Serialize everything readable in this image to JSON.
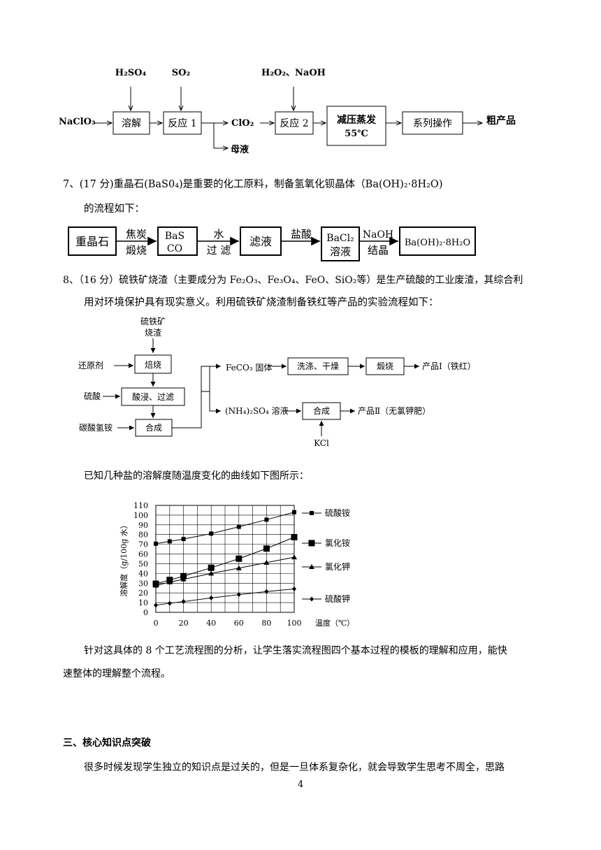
{
  "flow1": {
    "reagent_h2so4": "H₂SO₄",
    "reagent_so2": "SO₂",
    "reagent_h2o2_naoh": "H₂O₂、NaOH",
    "start": "NaClO₃",
    "box_dissolve": "溶解",
    "box_reaction1": "反应 1",
    "intermediate": "ClO₂",
    "box_reaction2": "反应 2",
    "box_evaporate_l1": "减压蒸发",
    "box_evaporate_l2": "55℃",
    "box_series": "系列操作",
    "product": "粗产品",
    "byproduct": "母液"
  },
  "q7": {
    "line1": "7、(17 分)重晶石(BaS0₄)是重要的化工原料，制备氢氧化钡晶体（Ba(OH)₂·8H₂O)",
    "line2": "的流程如下："
  },
  "flow2": {
    "box1": "重晶石",
    "step1_top": "焦炭",
    "step1_bottom": "煅烧",
    "box2_l1": "BaS",
    "box2_l2": "CO",
    "step2_top": "水",
    "step2_bottom": "过 滤",
    "box3": "滤液",
    "step3_top": "盐酸",
    "box4_l1": "BaCl₂",
    "box4_l2": "溶液",
    "step4_top": "NaOH",
    "step4_bottom": "结晶",
    "box5": "Ba(OH)₂·8H₂O"
  },
  "q8": {
    "line1": "8、（16 分）硫铁矿烧渣（主要成分为 Fe₂O₃、Fe₃O₄、FeO、SiO₂等）是生产硫酸的工业废渣，其综合利",
    "line2": "用对环境保护具有现实意义。利用硫铁矿烧渣制备铁红等产品的实验流程如下："
  },
  "flow3": {
    "raw_l1": "硫铁矿",
    "raw_l2": "烧渣",
    "reductant": "还原剂",
    "box_roast": "焙烧",
    "acid": "硫酸",
    "box_leach": "酸浸、过滤",
    "bicarb": "碳酸氢铵",
    "box_synth": "合成",
    "feco3": "FeCO₃ 固体",
    "box_wash": "洗涤、干燥",
    "box_calcine": "煅烧",
    "product1": "产品Ⅰ（铁红）",
    "nh4so4": "(NH₄)₂SO₄ 溶液",
    "box_synth2": "合成",
    "product2": "产品Ⅱ（无氯钾肥）",
    "kcl": "KCl"
  },
  "solubility_intro": "已知几种盐的溶解度随温度变化的曲线如下图所示：",
  "chart_data": {
    "type": "line",
    "ylabel": "溶解度（g/100g 水）",
    "xlabel": "温度（℃）",
    "xlim": [
      0,
      100
    ],
    "ylim": [
      0,
      110
    ],
    "x_ticks": [
      0,
      20,
      40,
      60,
      80,
      100
    ],
    "y_ticks": [
      0,
      10,
      20,
      30,
      40,
      50,
      60,
      70,
      80,
      90,
      100,
      110
    ],
    "grid": true,
    "legend_placement": "right",
    "x": [
      0,
      10,
      20,
      40,
      60,
      80,
      100
    ],
    "series": [
      {
        "name": "硫酸铵",
        "marker": "square-small",
        "values": [
          70.6,
          73.0,
          75.4,
          81.0,
          88.0,
          95.3,
          103.0
        ]
      },
      {
        "name": "氯化铵",
        "marker": "square-large",
        "values": [
          29.4,
          33.3,
          37.2,
          45.8,
          55.2,
          65.6,
          77.3
        ]
      },
      {
        "name": "氯化钾",
        "marker": "triangle",
        "values": [
          27.6,
          31.0,
          34.0,
          40.0,
          45.5,
          51.1,
          56.7
        ]
      },
      {
        "name": "硫酸钾",
        "marker": "diamond",
        "values": [
          7.4,
          9.3,
          11.1,
          14.8,
          18.2,
          21.4,
          24.1
        ]
      }
    ]
  },
  "analysis_l1": "针对这具体的 8 个工艺流程图的分析，让学生落实流程图四个基本过程的模板的理解和应用，能快",
  "analysis_l2": "速整体的理解整个流程。",
  "section3_heading": "三、核心知识点突破",
  "section3_l1": "很多时候发现学生独立的知识点是过关的，但是一旦体系复杂化，就会导致学生思考不周全，思路",
  "page_number": "4"
}
